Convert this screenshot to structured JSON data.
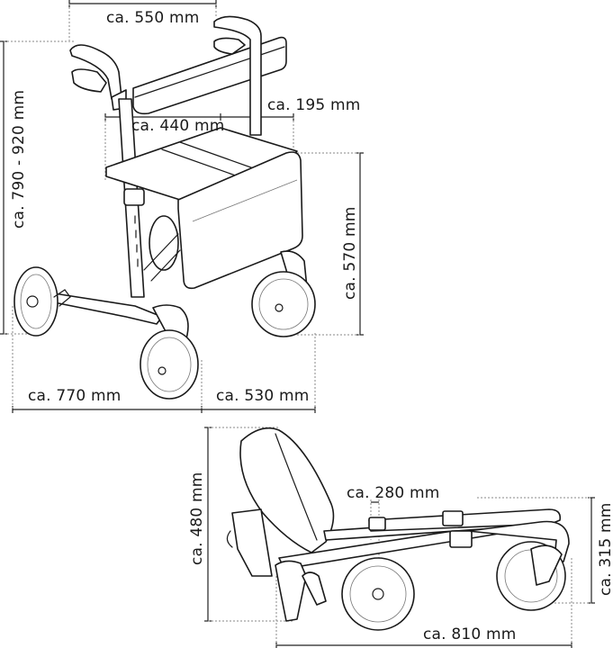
{
  "diagram": {
    "subject": "Rollator walker dimensions",
    "unfolded_view": {
      "handle_width": "ca. 550 mm",
      "handle_height": "ca. 790 - 920 mm",
      "seat_width": "ca. 440 mm",
      "seat_depth": "ca. 195 mm",
      "seat_height": "ca. 570 mm",
      "total_length": "ca. 770 mm",
      "front_width": "ca. 530 mm"
    },
    "folded_view": {
      "folded_height": "ca. 480 mm",
      "folded_width": "ca. 280 mm",
      "folded_wheel_height": "ca. 315 mm",
      "folded_length": "ca. 810 mm"
    }
  }
}
